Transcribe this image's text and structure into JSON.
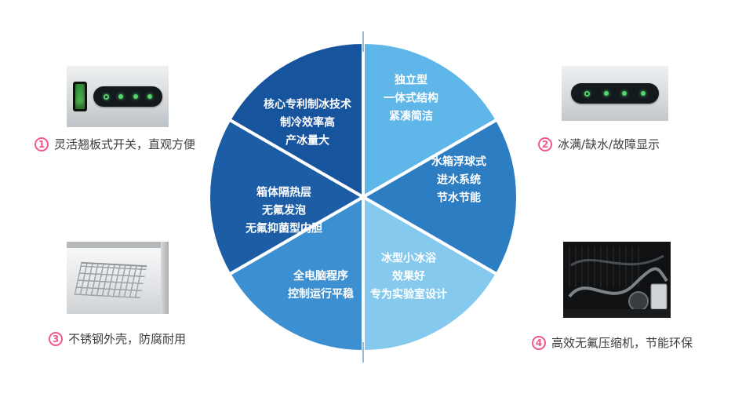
{
  "accent": {
    "number_color": "#f1578f",
    "text_color": "#3c3c3c"
  },
  "pie": {
    "tick_color": "#9fb6cc",
    "sectors": [
      {
        "name": "independent-structure",
        "color": "#5fb6e8",
        "lines": [
          "独立型",
          "一体式结构",
          "紧凑简洁"
        ]
      },
      {
        "name": "water-tank-float-system",
        "color": "#2d7dc2",
        "lines": [
          "水箱浮球式",
          "进水系统",
          "节水节能"
        ]
      },
      {
        "name": "lab-ice-bath-design",
        "color": "#85c9ee",
        "lines": [
          "冰型小冰浴",
          "效果好",
          "专为实验室设计"
        ]
      },
      {
        "name": "computer-program-control",
        "color": "#3c90d1",
        "lines": [
          "全电脑程序",
          "控制运行平稳"
        ]
      },
      {
        "name": "cabinet-insulation",
        "color": "#1d5da6",
        "lines": [
          "箱体隔热层",
          "无氟发泡",
          "无氟抑菌型内胆"
        ]
      },
      {
        "name": "core-patent-ice-tech",
        "color": "#17549e",
        "lines": [
          "核心专利制冰技术",
          "制冷效率高",
          "产冰量大"
        ]
      }
    ]
  },
  "callouts": [
    {
      "number": "1",
      "label": "灵活翘板式开关，直观方便"
    },
    {
      "number": "2",
      "label": "冰满/缺水/故障显示"
    },
    {
      "number": "3",
      "label": "不锈钢外壳，防腐耐用"
    },
    {
      "number": "4",
      "label": "高效无氟压缩机，节能环保"
    }
  ]
}
